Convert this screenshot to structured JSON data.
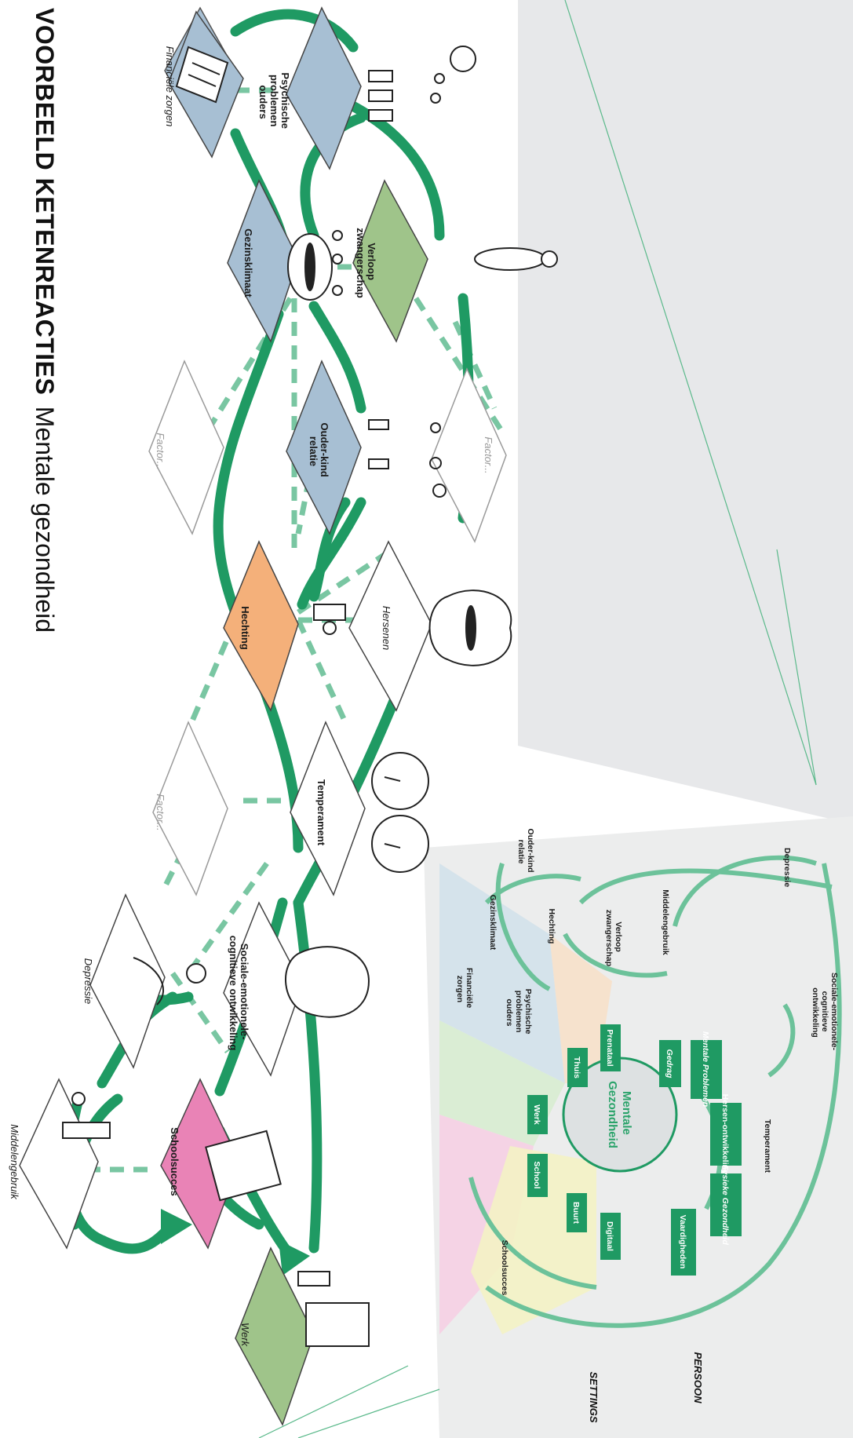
{
  "title": {
    "main": "VOORBEELD KETENREACTIES",
    "sub": "Mentale gezondheid"
  },
  "nodes": {
    "financiele_zorgen": "Financiële zorgen",
    "psychische_problemen_ouders": [
      "Psychische",
      "problemen",
      "ouders"
    ],
    "gezinsklimaat": "Gezinsklimaat",
    "verloop_zwangerschap": [
      "Verloop",
      "zwangerschap"
    ],
    "ouder_kind_relatie": [
      "Ouder-kind",
      "relatie"
    ],
    "factor_1": "Factor...",
    "factor_2": "Factor...",
    "factor_3": "Factor...",
    "hechting": "Hechting",
    "hersenen": "Hersenen",
    "temperament": "Temperament",
    "sociaal_emotionele": [
      "Sociale-emotionele-",
      "cognitieve ontwikkeling"
    ],
    "depressie": "Depressie",
    "schoolsucces": "Schoolsucces",
    "middelengebruik": "Middelengebruik",
    "werk": "Werk"
  },
  "inset": {
    "center_title": [
      "Mentale",
      "Gezondheid"
    ],
    "inner_boxes": [
      "Gedrag",
      "Mentale Problemen",
      "Hersen-ontwikkeling",
      "Fysieke Gezondheid",
      "Vaardigheden"
    ],
    "setting_boxes": [
      "Prenataal",
      "Thuis",
      "Werk",
      "School",
      "Buurt",
      "Digitaal"
    ],
    "ring_labels": {
      "depressie": "Depressie",
      "sociaal": [
        "Sociale-emotionele-",
        "cognitieve",
        "ontwikkeling"
      ],
      "temperament": "Temperament",
      "middelengebruik": "Middelengebruik",
      "verloop": [
        "Verloop",
        "zwangerschap"
      ],
      "hechting": "Hechting",
      "ouder_kind": [
        "Ouder-kind",
        "relatie"
      ],
      "gezinsklimaat": "Gezinsklimaat",
      "psychische": [
        "Psychische",
        "problemen",
        "ouders"
      ],
      "financiele": [
        "Financiële",
        "zorgen"
      ],
      "schoolsucces": "Schoolsucces"
    },
    "corner_labels": {
      "persoon": "PERSOON",
      "settings": "SETTINGS"
    }
  },
  "colors": {
    "green": "#1f9a63",
    "light_green": "#6cc29a",
    "blue_plane": "#a7bfd3",
    "orange_plane": "#f4b07a",
    "pink_plane": "#e983b6",
    "green_plane": "#9fc48a",
    "gray_bg": "#e3e4e6"
  }
}
